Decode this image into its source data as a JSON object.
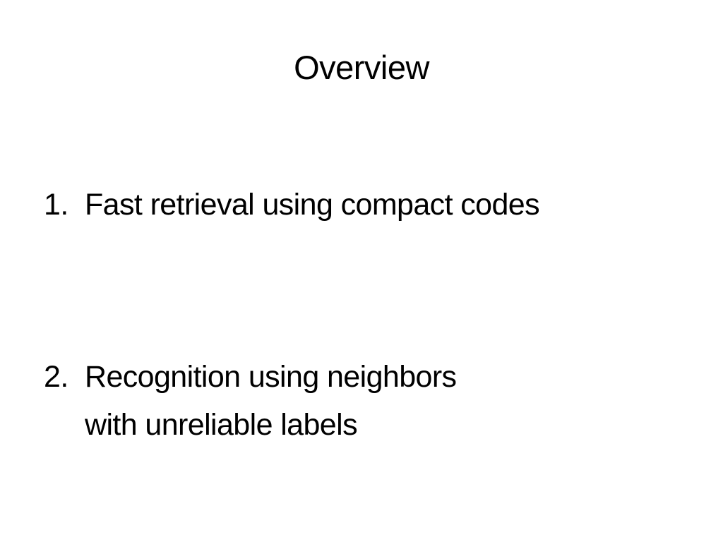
{
  "slide": {
    "title": "Overview",
    "items": [
      {
        "number": "1.",
        "lines": [
          "Fast retrieval using compact codes"
        ]
      },
      {
        "number": "2.",
        "lines": [
          "Recognition using neighbors",
          "with unreliable labels"
        ]
      }
    ]
  }
}
